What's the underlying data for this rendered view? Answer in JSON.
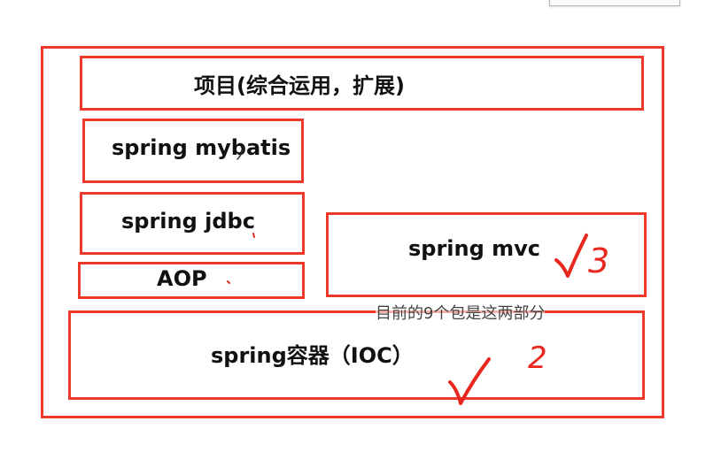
{
  "diagram": {
    "project_label": "项目(综合运用，扩展)",
    "mybatis_label": "spring mybatis",
    "jdbc_label": "spring jdbc",
    "aop_label": "AOP",
    "mvc_label": "spring mvc",
    "ioc_label": "spring容器（IOC）",
    "caption": "目前的9个包是这两部分",
    "annotation_mvc": "3",
    "annotation_ioc": "2"
  },
  "colors": {
    "box_border": "#ee3a2c",
    "ink": "#e8281e"
  }
}
